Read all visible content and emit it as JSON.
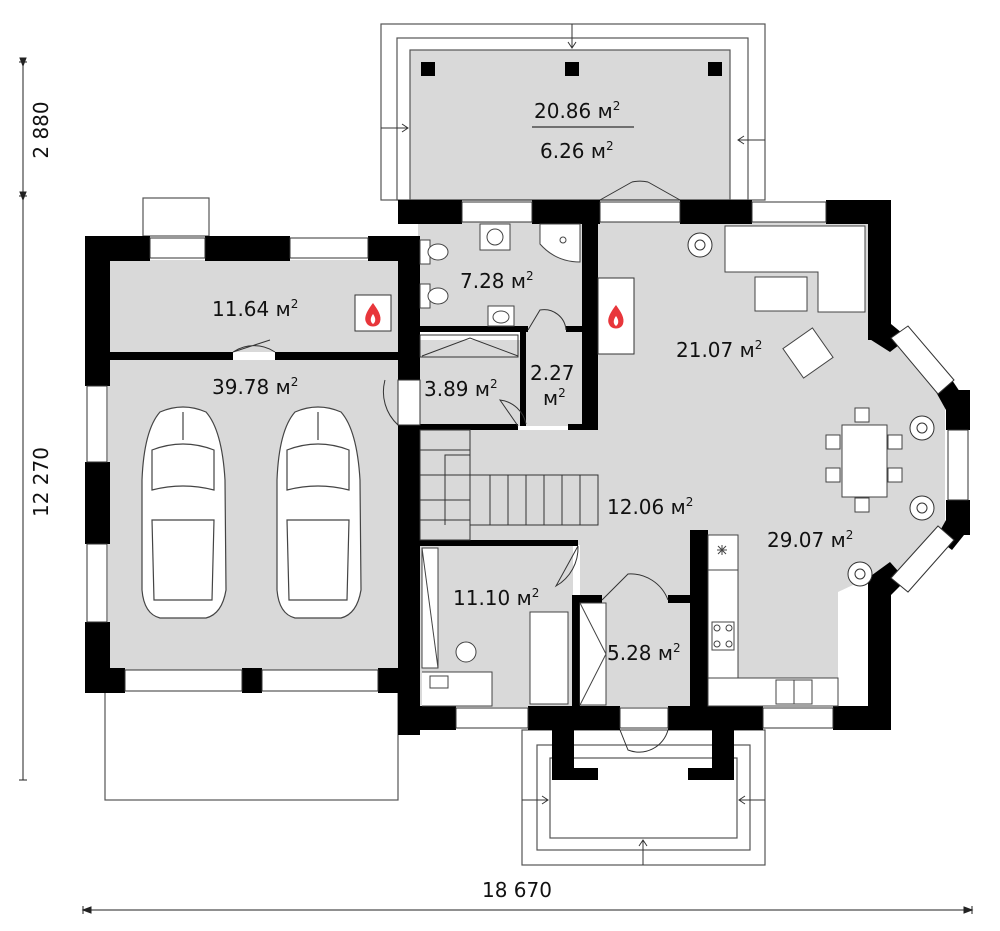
{
  "dimensions": {
    "top_left": "2 880",
    "left": "12 270",
    "bottom": "18 670"
  },
  "rooms": {
    "terrace_area": "20.86 м",
    "terrace_area2": "6.26 м",
    "boiler": "11.64 м",
    "garage": "39.78 м",
    "bathroom": "7.28 м",
    "pantry": "3.89 м",
    "closet_a": "2.27",
    "closet_b": "м",
    "hall": "12.06 м",
    "living": "21.07 м",
    "dining": "29.07 м",
    "office": "11.10 м",
    "wardrobe": "5.28 м"
  },
  "superscript": "2",
  "colors": {
    "wall": "#000000",
    "floor": "#d9d9d9",
    "line": "#555555",
    "fire": "#e8363b"
  },
  "icons": [
    "fireplace-icon",
    "car-icon",
    "plant-icon",
    "chair-icon",
    "toilet-icon",
    "sink-icon",
    "shower-icon",
    "stove-icon",
    "arrow-icon"
  ]
}
